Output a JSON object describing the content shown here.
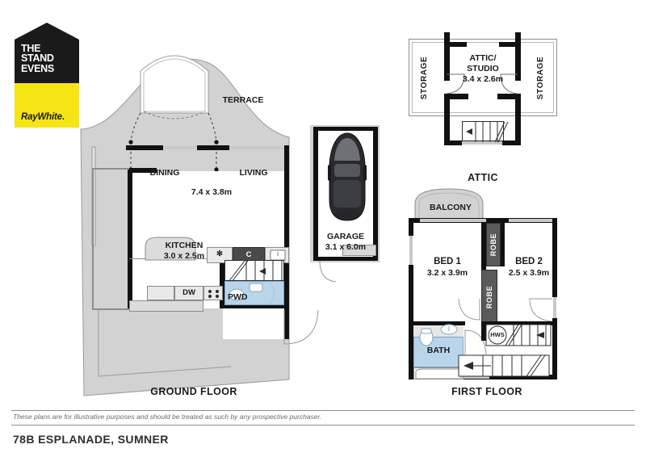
{
  "brand": {
    "mark_line1": "THE",
    "mark_line2": "STAND",
    "mark_line3": "EVENS",
    "agency": "RayWhite",
    "agency_dot": "."
  },
  "floors": [
    {
      "id": "ground",
      "title": "GROUND FLOOR",
      "rooms": [
        {
          "name": "TERRACE",
          "dimension": ""
        },
        {
          "name": "DINING",
          "dimension": ""
        },
        {
          "name": "LIVING",
          "dimension": "7.4 x 3.8m"
        },
        {
          "name": "KITCHEN",
          "dimension": "3.0 x 2.5m"
        },
        {
          "name": "PWD",
          "dimension": ""
        }
      ],
      "fixtures": [
        {
          "name": "cooktop",
          "label": "✻"
        },
        {
          "name": "pantry",
          "label": "C"
        },
        {
          "name": "sink",
          "label": ""
        },
        {
          "name": "dishwasher",
          "label": "DW"
        }
      ]
    },
    {
      "id": "garage",
      "title": "",
      "rooms": [
        {
          "name": "GARAGE",
          "dimension": "3.1 x 6.0m"
        }
      ],
      "fixtures": []
    },
    {
      "id": "attic",
      "title": "ATTIC",
      "rooms": [
        {
          "name": "STORAGE",
          "dimension": ""
        },
        {
          "name": "ATTIC/",
          "dimension": ""
        },
        {
          "name": "STUDIO",
          "dimension": "3.4 x 2.6m"
        },
        {
          "name": "STORAGE",
          "dimension": ""
        }
      ],
      "fixtures": []
    },
    {
      "id": "first",
      "title": "FIRST FLOOR",
      "rooms": [
        {
          "name": "BALCONY",
          "dimension": ""
        },
        {
          "name": "BED 1",
          "dimension": "3.2 x 3.9m"
        },
        {
          "name": "BED 2",
          "dimension": "2.5 x 3.9m"
        },
        {
          "name": "BATH",
          "dimension": ""
        }
      ],
      "fixtures": [
        {
          "name": "robe-upper",
          "label": "ROBE"
        },
        {
          "name": "robe-lower",
          "label": "ROBE"
        },
        {
          "name": "hot-water-system",
          "label": "HWS"
        }
      ]
    }
  ],
  "footer": {
    "disclaimer": "These plans are for illustrative purposes and should be treated as such by any prospective purchaser.",
    "address": "78B ESPLANADE, SUMNER"
  },
  "colors": {
    "outdoor_fill": "#d2d2d2",
    "wall": "#111111",
    "wet_area": "#b9d5ea",
    "robe": "#5a5a5a",
    "brand_yellow": "#f5e516"
  }
}
